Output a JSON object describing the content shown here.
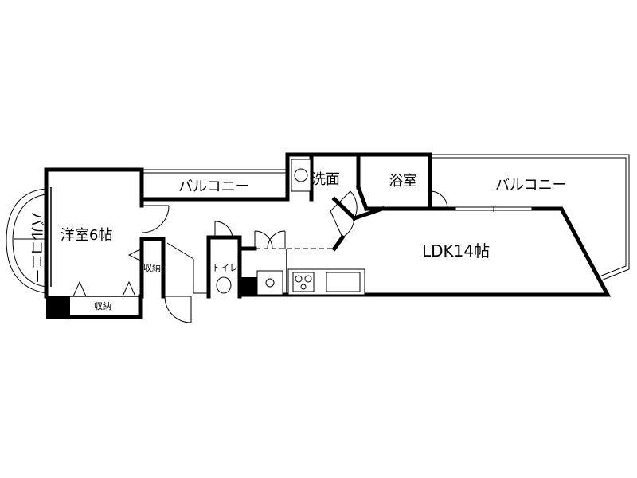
{
  "rooms": {
    "western_room": "洋室6帖",
    "ldk": "LDK14帖",
    "bath": "浴室",
    "washroom": "洗面",
    "toilet": "トイレ",
    "storage_a": "収納",
    "storage_b": "収納",
    "balcony_top_left": "バルコニー",
    "balcony_top_right": "バルコニー",
    "balcony_left": "バルコニー"
  },
  "colors": {
    "wall": "#000000",
    "background": "#ffffff"
  }
}
